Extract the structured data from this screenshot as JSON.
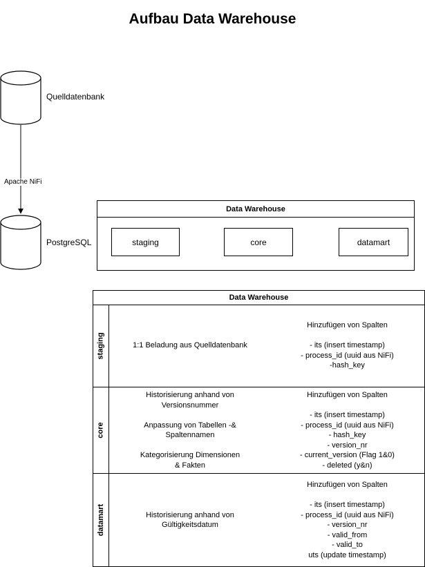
{
  "title": "Aufbau Data Warehouse",
  "source_db": {
    "label": "Quelldatenbank"
  },
  "edge": {
    "label": "Apache NiFi"
  },
  "target_db": {
    "label": "PostgreSQL"
  },
  "flow": {
    "title": "Data Warehouse",
    "nodes": [
      "staging",
      "core",
      "datamart"
    ]
  },
  "table": {
    "title": "Data Warehouse",
    "lanes": [
      {
        "label": "staging",
        "left": [
          "1:1 Beladung aus Quelldatenbank"
        ],
        "right": [
          "Hinzufügen von Spalten",
          "",
          "- its (insert timestamp)",
          "- process_id (uuid aus NiFi)",
          "-hash_key"
        ]
      },
      {
        "label": "core",
        "left": [
          "Historisierung anhand von",
          "Versionsnummer",
          "",
          "Anpassung von Tabellen -&",
          "Spaltennamen",
          "",
          "Kategorisierung Dimensionen",
          "& Fakten"
        ],
        "right": [
          "Hinzufügen von Spalten",
          "",
          "- its (insert timestamp)",
          "- process_id (uuid aus NiFi)",
          "- hash_key",
          "- version_nr",
          "- current_version (Flag 1&0)",
          "- deleted (y&n)"
        ]
      },
      {
        "label": "datamart",
        "left": [
          "Historisierung anhand von",
          "Gültigkeitsdatum"
        ],
        "right": [
          "Hinzufügen von Spalten",
          "",
          "- its (insert timestamp)",
          "- process_id (uuid aus NiFi)",
          "- version_nr",
          "- valid_from",
          "- valid_to",
          "uts (update timestamp)"
        ]
      }
    ]
  }
}
